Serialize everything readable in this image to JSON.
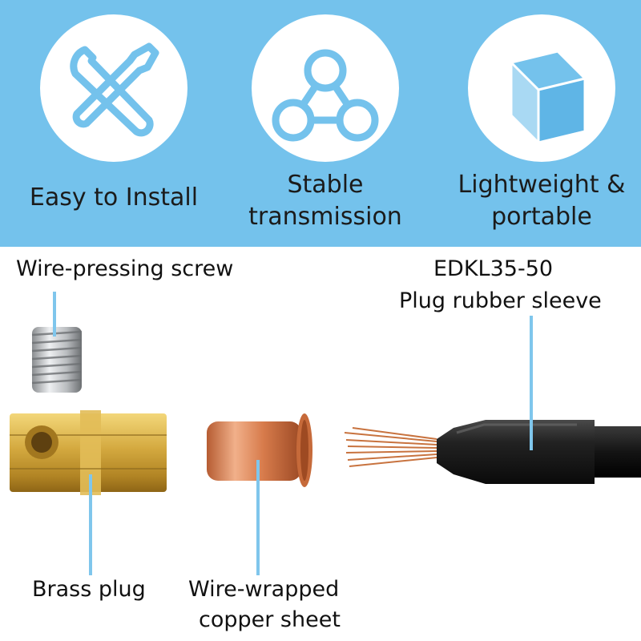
{
  "banner": {
    "background_color": "#74c2ec",
    "features": [
      {
        "icon": "tools-icon",
        "label": "Easy to Install"
      },
      {
        "icon": "network-icon",
        "label_line1": "Stable",
        "label_line2": "transmission"
      },
      {
        "icon": "cube-icon",
        "label_line1": "Lightweight &",
        "label_line2": "portable"
      }
    ]
  },
  "parts": {
    "screw_label": "Wire-pressing screw",
    "sleeve_model": "EDKL35-50",
    "sleeve_label": "Plug rubber sleeve",
    "brass_label": "Brass plug",
    "copper_label_line1": "Wire-wrapped",
    "copper_label_line2": "copper sheet"
  },
  "colors": {
    "icon_blue": "#74c2ec",
    "leader_blue": "#7fc6ec",
    "brass": "#c9a23c",
    "copper": "#d9804f",
    "rubber": "#1a1a1a"
  }
}
